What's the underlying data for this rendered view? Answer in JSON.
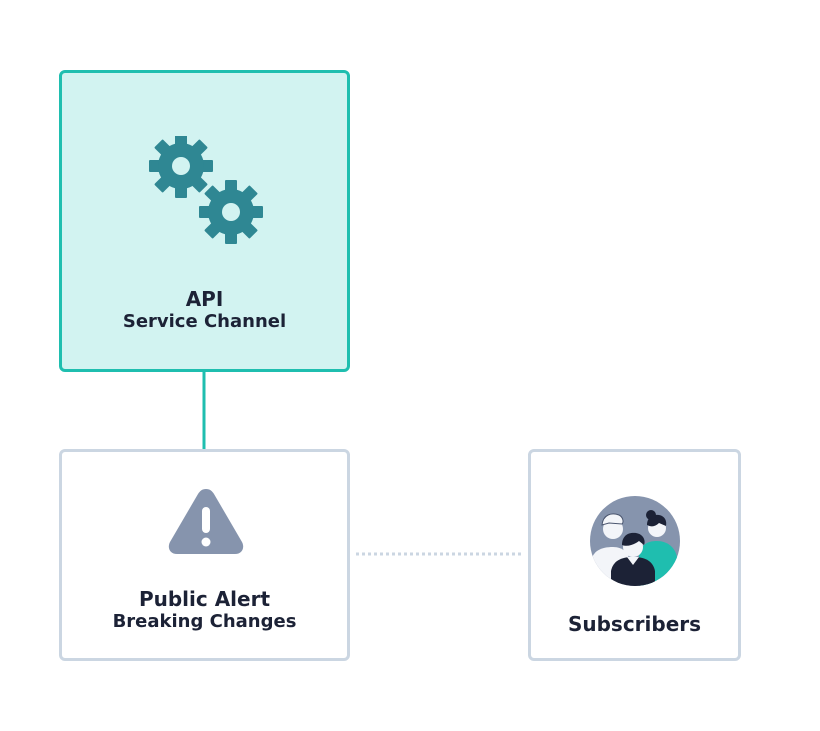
{
  "nodes": {
    "api": {
      "title": "API",
      "subtitle": "Service Channel",
      "icon": "gears-icon"
    },
    "alert": {
      "title": "Public Alert",
      "subtitle": "Breaking Changes",
      "icon": "warning-icon"
    },
    "subscribers": {
      "title": "Subscribers",
      "icon": "subscribers-icon"
    }
  },
  "edges": [
    {
      "from": "api",
      "to": "alert",
      "style": "solid"
    },
    {
      "from": "alert",
      "to": "subscribers",
      "style": "dotted"
    }
  ],
  "colors": {
    "accent": "#1fbeaf",
    "accent_fill": "#d2f3f1",
    "gear": "#2f8793",
    "border_gray": "#cbd6e2",
    "warning_gray": "#8694ad",
    "text": "#1c2236"
  }
}
